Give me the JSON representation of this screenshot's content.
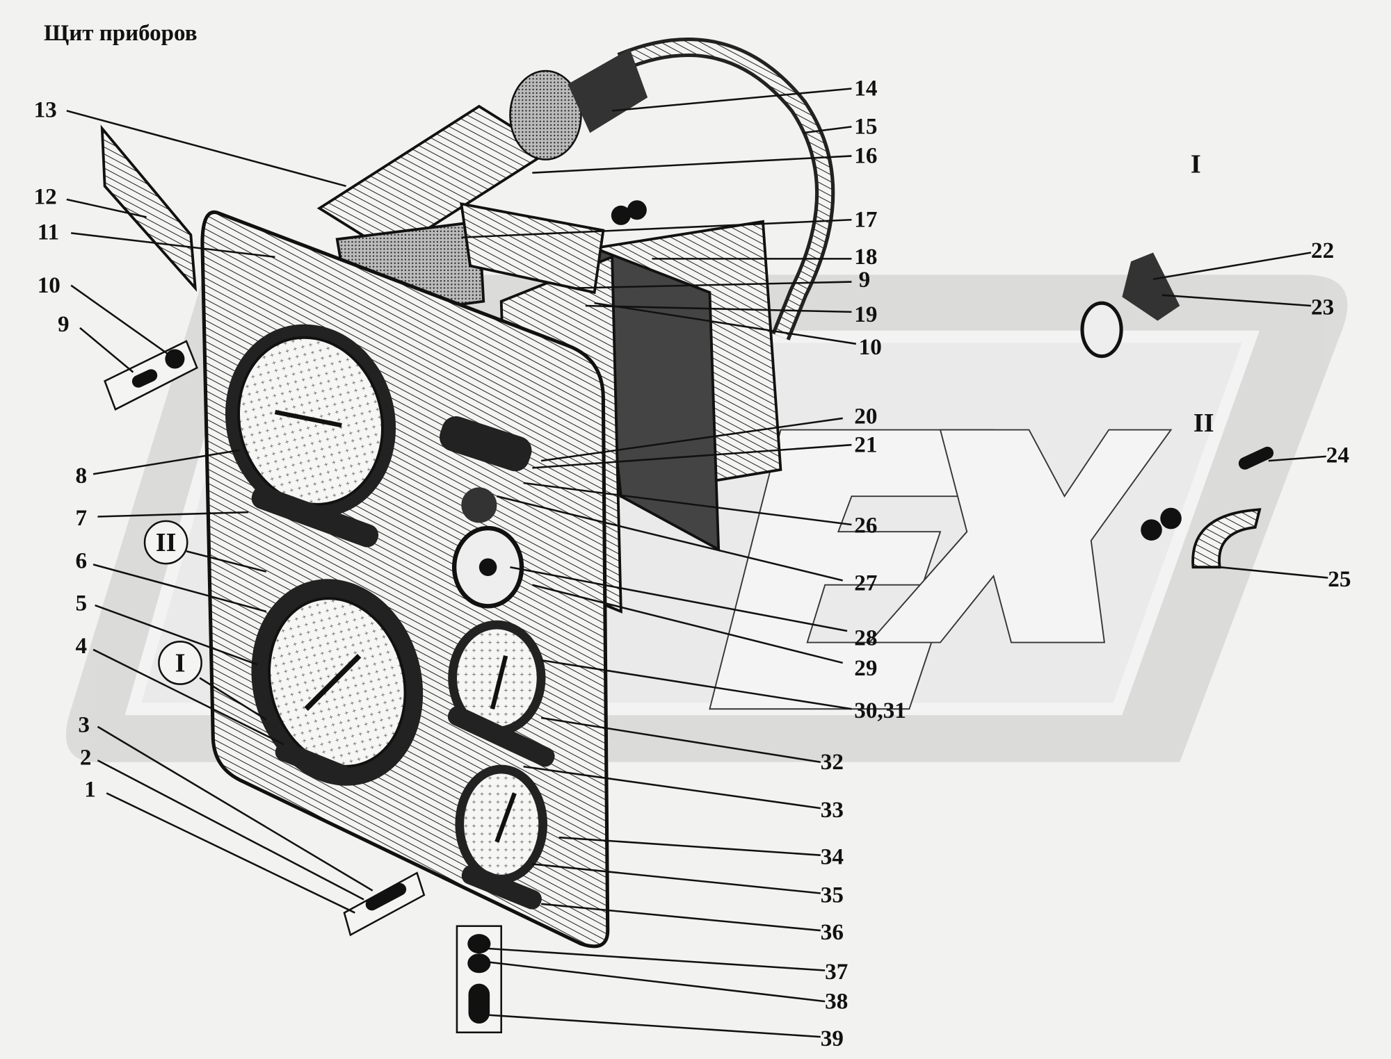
{
  "title": "Щит приборов",
  "callouts": [
    "13",
    "12",
    "11",
    "10",
    "9",
    "8",
    "7",
    "6",
    "5",
    "4",
    "3",
    "2",
    "1",
    "14",
    "15",
    "16",
    "17",
    "18",
    "9",
    "19",
    "10",
    "20",
    "21",
    "26",
    "27",
    "28",
    "29",
    "30,31",
    "32",
    "33",
    "34",
    "35",
    "36",
    "37",
    "38",
    "39",
    "22",
    "23",
    "24",
    "25"
  ],
  "views": {
    "left_II": "II",
    "left_I": "I",
    "right_I": "I",
    "right_II": "II"
  }
}
